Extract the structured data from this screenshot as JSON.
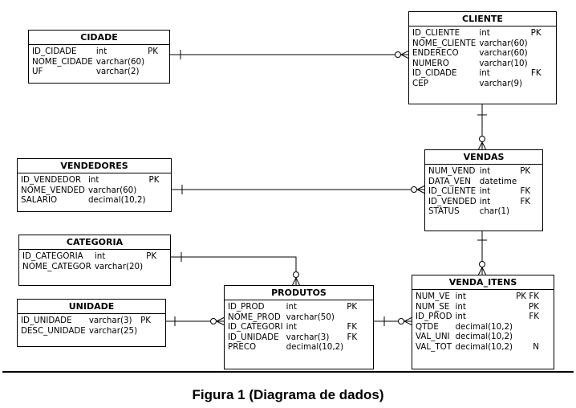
{
  "entities": {
    "cidade": {
      "title": "CIDADE",
      "columns": [
        {
          "name": "ID_CIDADE",
          "type": "int",
          "key": "PK"
        },
        {
          "name": "NOME_CIDADE",
          "type": "varchar(60)",
          "key": ""
        },
        {
          "name": "UF",
          "type": "varchar(2)",
          "key": ""
        }
      ]
    },
    "cliente": {
      "title": "CLIENTE",
      "columns": [
        {
          "name": "ID_CLIENTE",
          "type": "int",
          "key": "PK"
        },
        {
          "name": "NOME_CLIENTE",
          "type": "varchar(60)",
          "key": ""
        },
        {
          "name": "ENDERECO",
          "type": "varchar(60)",
          "key": ""
        },
        {
          "name": "NUMERO",
          "type": "varchar(10)",
          "key": ""
        },
        {
          "name": "ID_CIDADE",
          "type": "int",
          "key": "FK"
        },
        {
          "name": "CEP",
          "type": "varchar(9)",
          "key": ""
        }
      ]
    },
    "vendedores": {
      "title": "VENDEDORES",
      "columns": [
        {
          "name": "ID_VENDEDOR",
          "type": "int",
          "key": "PK"
        },
        {
          "name": "NOME_VENDED",
          "type": "varchar(60)",
          "key": ""
        },
        {
          "name": "SALARIO",
          "type": "decimal(10,2)",
          "key": ""
        }
      ]
    },
    "vendas": {
      "title": "VENDAS",
      "columns": [
        {
          "name": "NUM_VEND",
          "type": "int",
          "key": "PK"
        },
        {
          "name": "DATA_VEN",
          "type": "datetime",
          "key": ""
        },
        {
          "name": "ID_CLIENTE",
          "type": "int",
          "key": "FK"
        },
        {
          "name": "ID_VENDED",
          "type": "int",
          "key": "FK"
        },
        {
          "name": "STATUS",
          "type": "char(1)",
          "key": ""
        }
      ]
    },
    "categoria": {
      "title": "CATEGORIA",
      "columns": [
        {
          "name": "ID_CATEGORIA",
          "type": "int",
          "key": "PK"
        },
        {
          "name": "NOME_CATEGOR",
          "type": "varchar(20)",
          "key": ""
        }
      ]
    },
    "unidade": {
      "title": "UNIDADE",
      "columns": [
        {
          "name": "ID_UNIDADE",
          "type": "varchar(3)",
          "key": "PK"
        },
        {
          "name": "DESC_UNIDADE",
          "type": "varchar(25)",
          "key": ""
        }
      ]
    },
    "produtos": {
      "title": "PRODUTOS",
      "columns": [
        {
          "name": "ID_PROD",
          "type": "int",
          "key": "PK"
        },
        {
          "name": "NOME_PROD",
          "type": "varchar(50)",
          "key": ""
        },
        {
          "name": "ID_CATEGORI",
          "type": "int",
          "key": "FK"
        },
        {
          "name": "ID_UNIDADE",
          "type": "varchar(3)",
          "key": "FK"
        },
        {
          "name": "PRECO",
          "type": "decimal(10,2)",
          "key": ""
        }
      ]
    },
    "venda_itens": {
      "title": "VENDA_ITENS",
      "columns": [
        {
          "name": "NUM_VE",
          "type": "int",
          "key": "PK FK"
        },
        {
          "name": "NUM_SE",
          "type": "int",
          "key": "PK"
        },
        {
          "name": "ID_PROD",
          "type": "int",
          "key": "FK"
        },
        {
          "name": "QTDE",
          "type": "decimal(10,2)",
          "key": ""
        },
        {
          "name": "VAL_UNI",
          "type": "decimal(10,2)",
          "key": ""
        },
        {
          "name": "VAL_TOT",
          "type": "decimal(10,2)",
          "key": "N"
        }
      ]
    }
  },
  "relationships": [
    {
      "from": "cidade",
      "to": "cliente",
      "notation": "one-to-zero-or-many"
    },
    {
      "from": "cliente",
      "to": "vendas",
      "notation": "one-to-zero-or-many"
    },
    {
      "from": "vendedores",
      "to": "vendas",
      "notation": "one-to-zero-or-many"
    },
    {
      "from": "vendas",
      "to": "venda_itens",
      "notation": "one-to-zero-or-many"
    },
    {
      "from": "categoria",
      "to": "produtos",
      "notation": "one-to-zero-or-many"
    },
    {
      "from": "unidade",
      "to": "produtos",
      "notation": "one-to-zero-or-many"
    },
    {
      "from": "produtos",
      "to": "venda_itens",
      "notation": "one-to-zero-or-many"
    }
  ],
  "caption": "Figura 1 (Diagrama de dados)"
}
